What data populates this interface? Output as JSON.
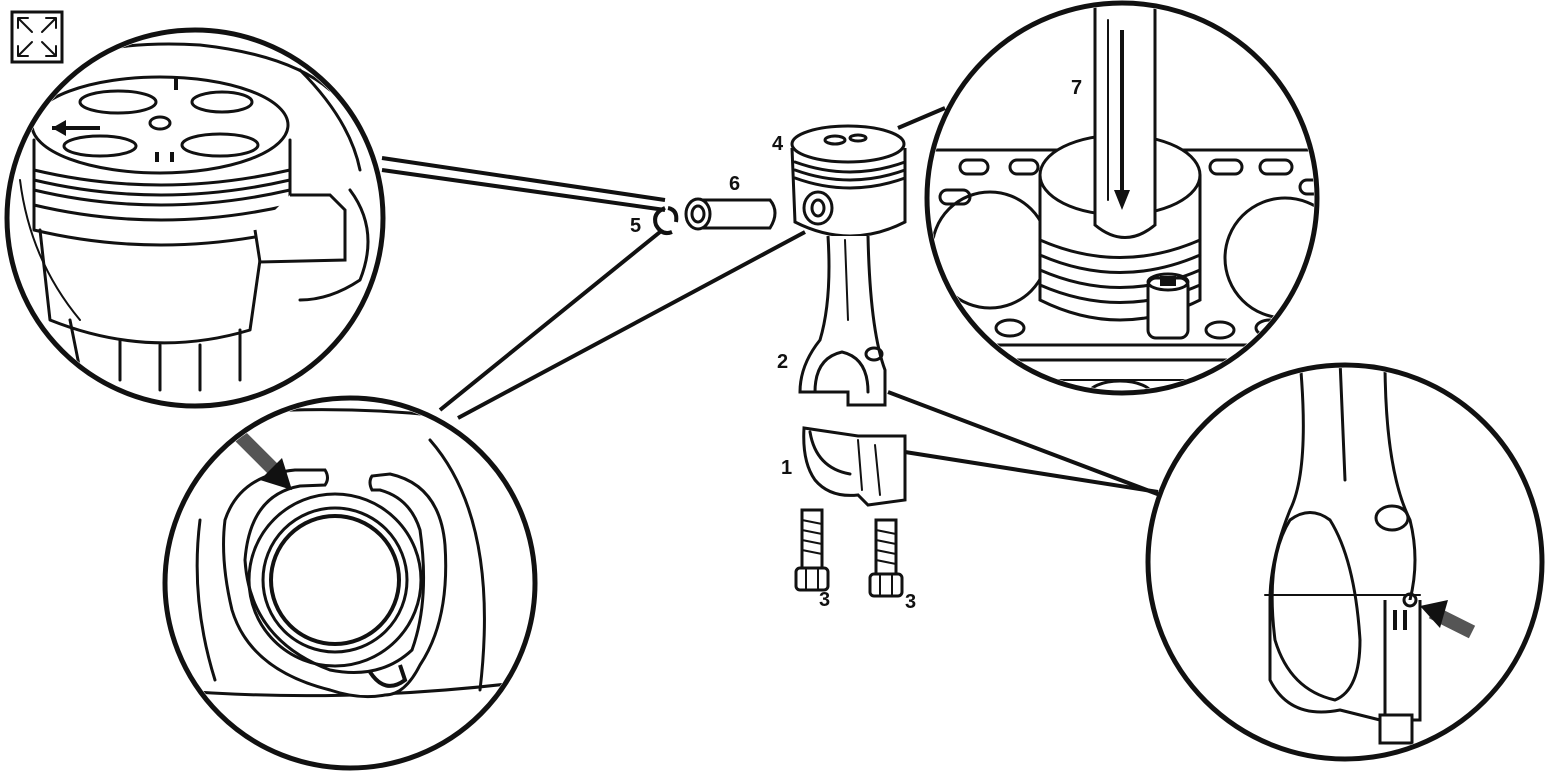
{
  "diagram": {
    "labels": {
      "part1": "1",
      "part2": "2",
      "part3a": "3",
      "part3b": "3",
      "part4": "4",
      "part5": "5",
      "part6": "6",
      "part7": "7"
    },
    "colors": {
      "line": "#111111",
      "background": "#ffffff"
    },
    "icons": {
      "corner": "expand-arrows-icon"
    }
  }
}
